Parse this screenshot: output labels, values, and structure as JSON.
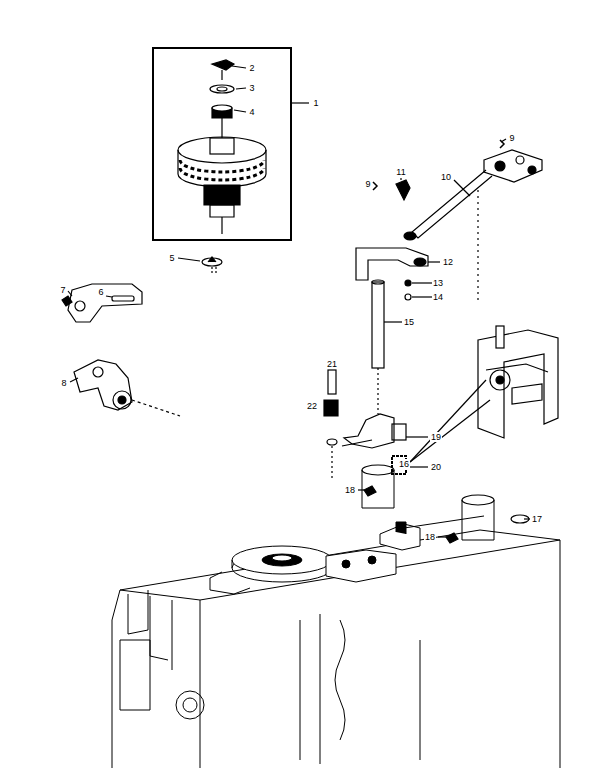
{
  "diagram": {
    "labels": [
      "2",
      "3",
      "4",
      "1",
      "5",
      "7",
      "6",
      "8",
      "9",
      "11",
      "9",
      "10",
      "12",
      "13",
      "14",
      "15",
      "16",
      "21",
      "22",
      "19",
      "20",
      "17",
      "18",
      "18"
    ]
  }
}
